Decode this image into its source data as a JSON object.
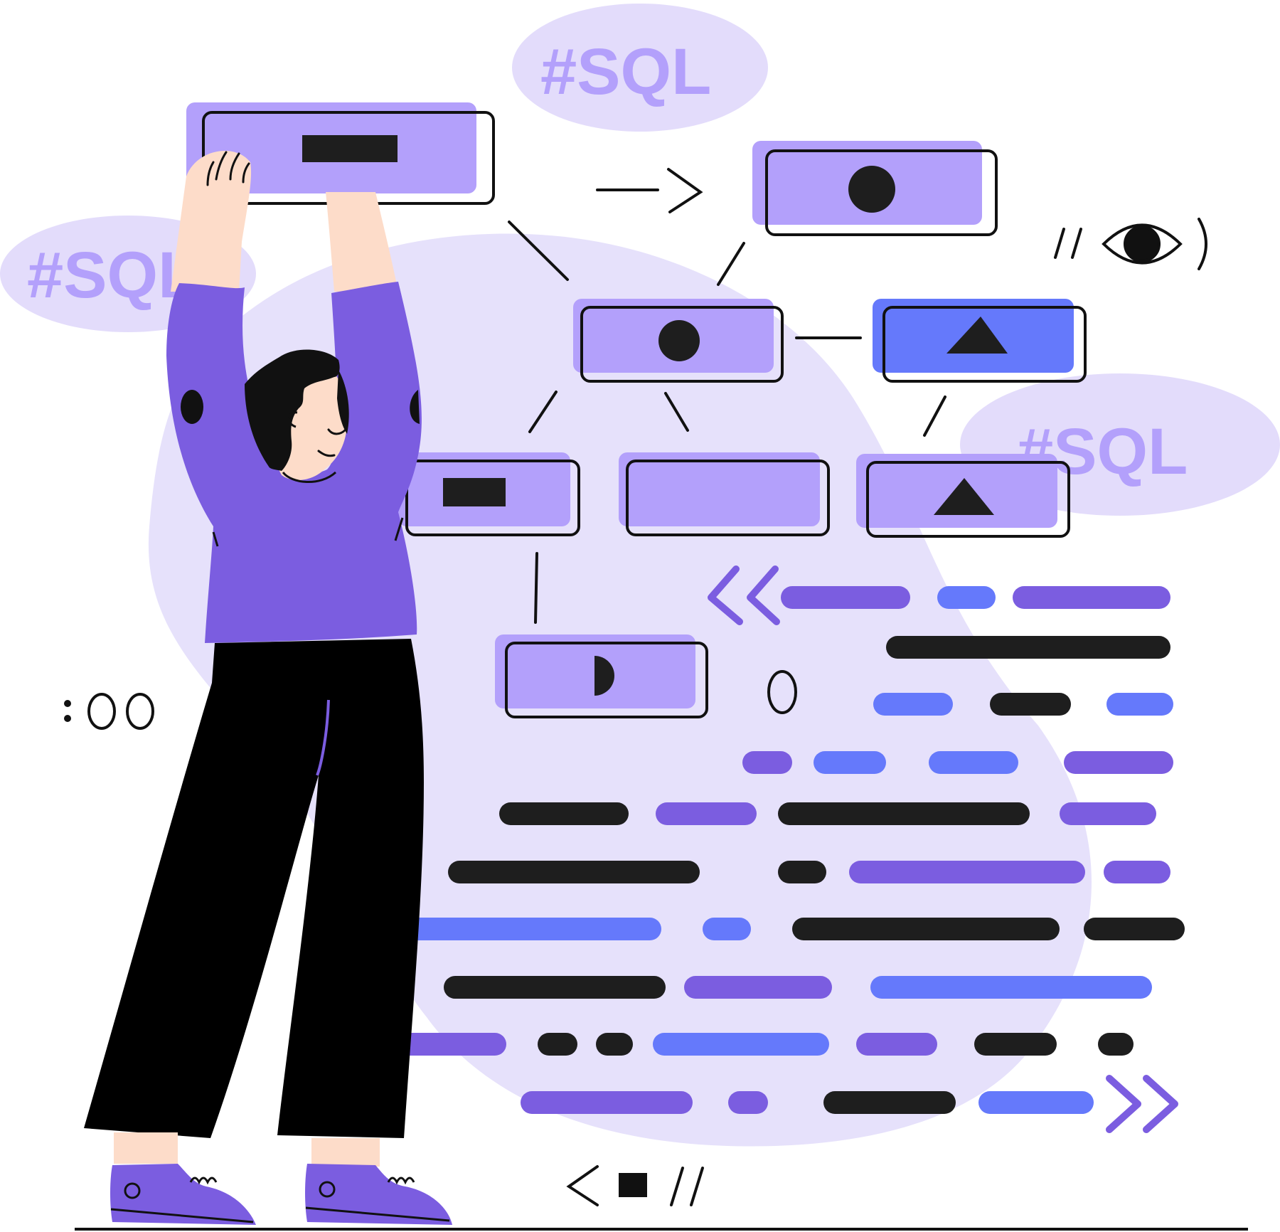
{
  "illustration": {
    "subject": "sql-database-illustration",
    "tags": [
      "#SQL",
      "#SQL",
      "#SQL"
    ]
  },
  "palette": {
    "lavender_bg": "#e6e1fb",
    "bubble": "#e3dcfb",
    "node_fill": "#b3a0fb",
    "node_fill_blue": "#6579fb",
    "purple": "#7b5de0",
    "blue": "#6579fb",
    "dark": "#1e1e1e",
    "skin": "#fddcc9",
    "outline": "#111111"
  },
  "icons": [
    "circle-icon",
    "rectangle-icon",
    "triangle-icon",
    "half-circle-icon",
    "eye-icon",
    "chevron-left-icon",
    "chevron-right-icon",
    "double-chevron-icon"
  ]
}
